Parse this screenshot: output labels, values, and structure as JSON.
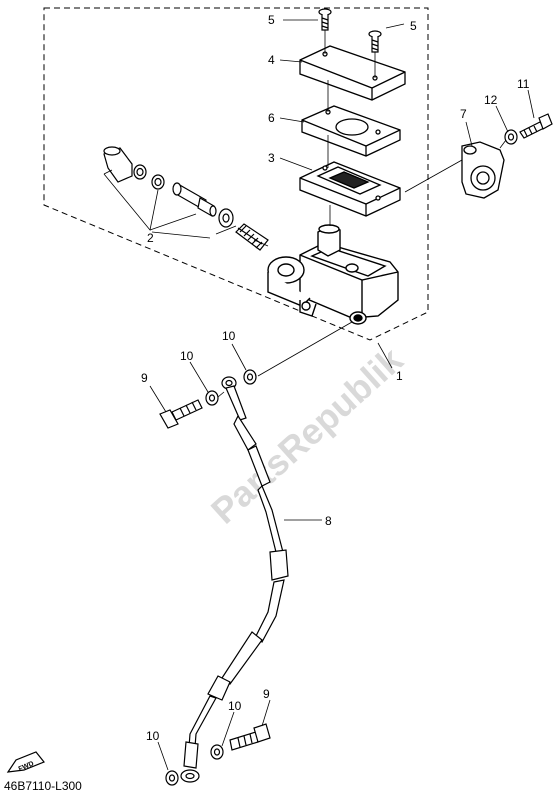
{
  "callouts": {
    "c1": "1",
    "c2": "2",
    "c3": "3",
    "c4": "4",
    "c5a": "5",
    "c5b": "5",
    "c6": "6",
    "c7": "7",
    "c8": "8",
    "c9a": "9",
    "c9b": "9",
    "c10a": "10",
    "c10b": "10",
    "c10c": "10",
    "c10d": "10",
    "c11": "11",
    "c12": "12"
  },
  "fwd_label": "FWD",
  "reference": "46B7110-L300",
  "watermark": "PartsRepublik"
}
